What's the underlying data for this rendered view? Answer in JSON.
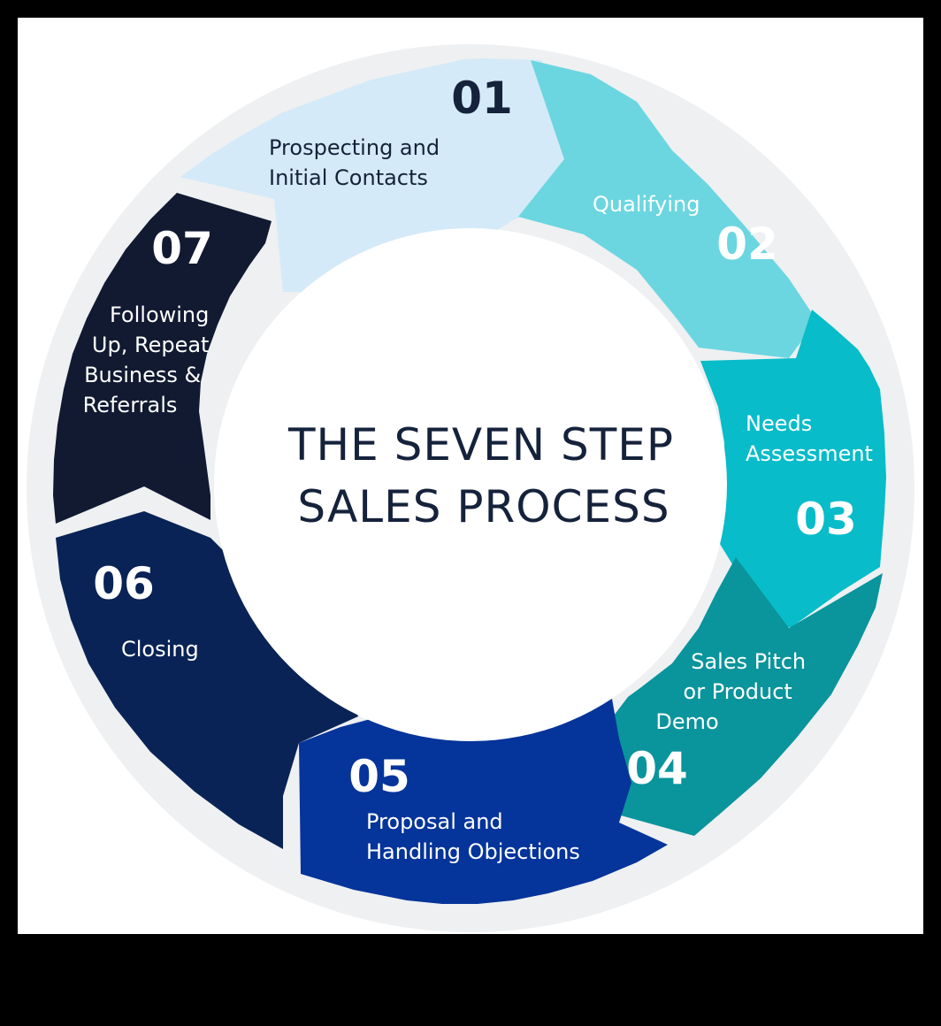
{
  "title": {
    "line1": "THE SEVEN STEP",
    "line2": "SALES PROCESS"
  },
  "colors": {
    "ring": "#eef0f2",
    "center": "#ffffff",
    "title": "#15223b",
    "step1": "#d4eaf8",
    "step2": "#6bd6e0",
    "step3": "#08bcc9",
    "step4": "#0a949c",
    "step5": "#05349a",
    "step6": "#0a2356",
    "step7": "#111a31"
  },
  "steps": [
    {
      "number": "01",
      "label_lines": [
        "Prospecting and",
        "Initial Contacts"
      ],
      "number_color": "#15223b",
      "label_color": "#15223b"
    },
    {
      "number": "02",
      "label_lines": [
        "Qualifying"
      ],
      "number_color": "#ffffff",
      "label_color": "#ffffff"
    },
    {
      "number": "03",
      "label_lines": [
        "Needs",
        "Assessment"
      ],
      "number_color": "#ffffff",
      "label_color": "#ffffff"
    },
    {
      "number": "04",
      "label_lines": [
        "Sales Pitch",
        "or Product",
        "Demo"
      ],
      "number_color": "#ffffff",
      "label_color": "#ffffff"
    },
    {
      "number": "05",
      "label_lines": [
        "Proposal and",
        "Handling Objections"
      ],
      "number_color": "#ffffff",
      "label_color": "#ffffff"
    },
    {
      "number": "06",
      "label_lines": [
        "Closing"
      ],
      "number_color": "#ffffff",
      "label_color": "#ffffff"
    },
    {
      "number": "07",
      "label_lines": [
        "Following",
        "Up, Repeat",
        "Business &",
        "Referrals"
      ],
      "number_color": "#ffffff",
      "label_color": "#ffffff"
    }
  ]
}
